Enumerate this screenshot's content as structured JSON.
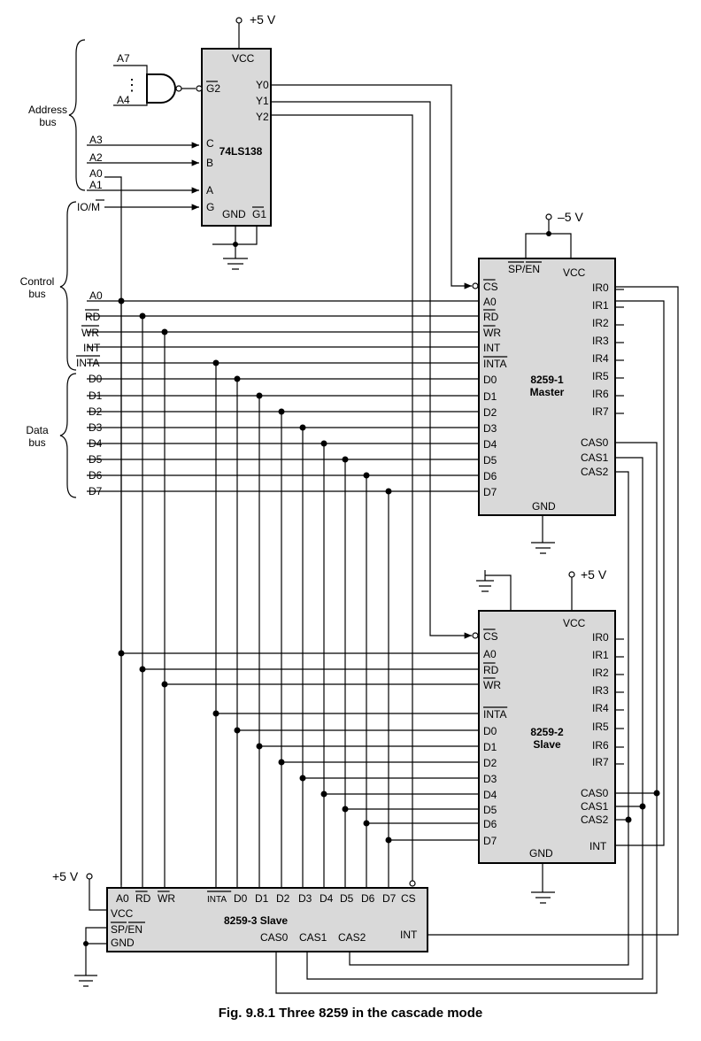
{
  "caption": "Fig. 9.8.1 Three 8259 in the cascade mode",
  "supply": {
    "pos": "+5 V",
    "neg": "–5 V"
  },
  "bus_labels": {
    "address": [
      "Address",
      "bus"
    ],
    "control": [
      "Control",
      "bus"
    ],
    "data": [
      "Data",
      "bus"
    ]
  },
  "decoder": {
    "name": "74LS138",
    "vcc": "VCC",
    "gnd": "GND",
    "inputs": [
      "C",
      "B",
      "A",
      "G"
    ],
    "enables": [
      "G2",
      "G1"
    ],
    "outputs": [
      "Y0",
      "Y1",
      "Y2"
    ]
  },
  "address_lines": [
    "A7",
    "A4",
    "A3",
    "A2",
    "A0",
    "A1"
  ],
  "io_signal": "IO/M",
  "control_lines": [
    "A0",
    "RD",
    "WR",
    "INT",
    "INTA"
  ],
  "data_lines": [
    "D0",
    "D1",
    "D2",
    "D3",
    "D4",
    "D5",
    "D6",
    "D7"
  ],
  "master": {
    "title": [
      "8259-1",
      "Master"
    ],
    "left_pins": [
      "CS",
      "A0",
      "RD",
      "WR",
      "INT",
      "INTA",
      "D0",
      "D1",
      "D2",
      "D3",
      "D4",
      "D5",
      "D6",
      "D7"
    ],
    "ir_pins": [
      "IR0",
      "IR1",
      "IR2",
      "IR3",
      "IR4",
      "IR5",
      "IR6",
      "IR7"
    ],
    "cas_pins": [
      "CAS0",
      "CAS1",
      "CAS2"
    ],
    "top_pins": [
      "SP/EN",
      "VCC"
    ],
    "gnd": "GND"
  },
  "slave2": {
    "title": [
      "8259-2",
      "Slave"
    ],
    "left_pins": [
      "CS",
      "A0",
      "RD",
      "WR",
      "INTA",
      "D0",
      "D1",
      "D2",
      "D3",
      "D4",
      "D5",
      "D6",
      "D7"
    ],
    "ir_pins": [
      "IR0",
      "IR1",
      "IR2",
      "IR3",
      "IR4",
      "IR5",
      "IR6",
      "IR7"
    ],
    "cas_pins": [
      "CAS0",
      "CAS1",
      "CAS2"
    ],
    "vcc": "VCC",
    "int": "INT",
    "gnd": "GND"
  },
  "slave3": {
    "title": "8259-3 Slave",
    "top_pins": [
      "A0",
      "RD",
      "WR",
      "INTA",
      "D0",
      "D1",
      "D2",
      "D3",
      "D4",
      "D5",
      "D6",
      "D7",
      "CS"
    ],
    "vcc": "VCC",
    "spen": "SP/EN",
    "gnd": "GND",
    "cas_pins": [
      "CAS0",
      "CAS1",
      "CAS2"
    ],
    "int": "INT"
  }
}
